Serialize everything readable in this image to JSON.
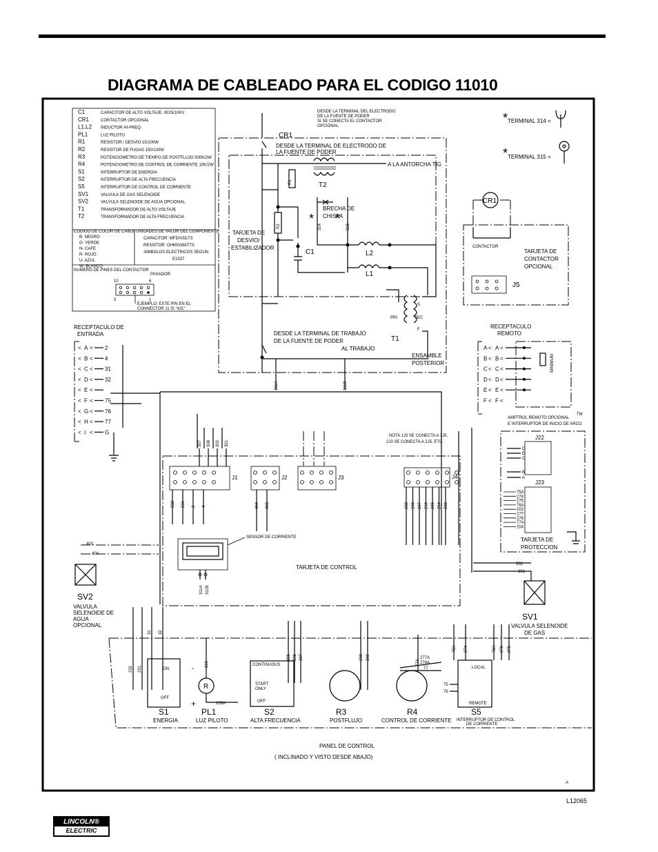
{
  "title": "DIAGRAMA DE CABLEADO PARA EL CODIGO 11010",
  "footer_code": "L12065",
  "logo": {
    "line1": "LINCOLN",
    "reg": "®",
    "line2": "ELECTRIC"
  },
  "legend": {
    "rows": [
      {
        "code": "C1",
        "desc": "CAPACITOR DE ALTO VOLTAJE .0025/10KV"
      },
      {
        "code": "CR1",
        "desc": "CONTACTOR OPCIONAL"
      },
      {
        "code": "L1,L2",
        "desc": "INDUCTOR HI-FREQ."
      },
      {
        "code": "PL1",
        "desc": "LUZ PILOTO"
      },
      {
        "code": "R1",
        "desc": "RESISTOR / DESVIO 15/100W"
      },
      {
        "code": "R2",
        "desc": "RESISTOR DE FUGAS 150/100W"
      },
      {
        "code": "R3",
        "desc": "POTENCIOMETRO DE TIEMPO DE POSTFLUJO 500K/2W"
      },
      {
        "code": "R4",
        "desc": "POTENCIOMETRO DE CONTROL DE CORRIENTE 10K/2W"
      },
      {
        "code": "S1",
        "desc": "INTERRUPTOR DE ENERGIA"
      },
      {
        "code": "S2",
        "desc": "INTERRUPTOR DE ALTA FRECUENCIA"
      },
      {
        "code": "S5",
        "desc": "INTERRUPTOR DE CONTROL DE CORRIENTE"
      },
      {
        "code": "SV1",
        "desc": "VALVULA DE GAS SELENOIDE"
      },
      {
        "code": "SV2",
        "desc": "VALVULA SELENOIDE DE AGUA OPCIONAL"
      },
      {
        "code": "T1",
        "desc": "TRANSFORMADOR DE ALTO VOLTAJE"
      },
      {
        "code": "T2",
        "desc": "TRANSFORMADOR DE ALTA FRECUENCIA"
      }
    ],
    "color_code_title": "CODIGO DE COLOR DE CABLE",
    "colors": [
      "B- NEGRO",
      "G- VERDE",
      "N- CAFE",
      "R- ROJO",
      "U- AZUL",
      "W- BLANCO"
    ],
    "units_title": "UNIDADES DE VALOR DEL COMPONENTE",
    "units": [
      "CAPACITOR: MFD/VOLTS",
      "RESISTOR: OHMS/WATTS",
      "SIMBOLOS ELECTRICOS SEGUN",
      "E1537"
    ],
    "pin_title": "NUMERO DE PINES DEL CONTACTOR",
    "pin_labels": {
      "n10": "10",
      "n6": "6",
      "n5": "5",
      "n1": "1",
      "latch": "PASADOR",
      "example1": "EJEMPLO: ESTE PIN EN EL",
      "example2": "CONNECTOR J1 IS \"4J1\""
    }
  },
  "labels": {
    "from_electrode_top": [
      "DESDE LA TERMINAL DEL ELECTRODO",
      "DE LA FUENTE DE PODER",
      "SI SE CONECTA EL CONTACTOR",
      "OPCIONAL"
    ],
    "terminal_314": "TERMINAL 314 =",
    "terminal_315": "TERMINAL 315 =",
    "star": "*",
    "cr1": "CR1",
    "from_electrode": [
      "DESDE LA TERMINAL DE ELECTRODO DE",
      "LA FUENTE DE PODER"
    ],
    "to_torch": "A LA ANTORCHA TIG",
    "t2": "T2",
    "r1": "R1",
    "r2": "R2",
    "spark_gap": [
      "BRECHA DE",
      "CHISPA"
    ],
    "w314": "314",
    "w315": "315",
    "bypass_board": [
      "TARJETA DE",
      "DESVIO/",
      "ESTABILIZADOR"
    ],
    "c1": "C1",
    "l1": "L1",
    "l2": "L2",
    "contactor": "CONTACTOR",
    "contactor_board": [
      "TARJETA DE",
      "CONTACTOR",
      "OPCIONAL"
    ],
    "j5": "J5",
    "pri": "PRI",
    "sec": "SEC",
    "s_pin": "S",
    "f_pin": "F",
    "t1": "T1",
    "input_receptacle": [
      "RECEPTACULO DE",
      "ENTRADA"
    ],
    "from_work": [
      "DESDE LA TERMINAL DE TRABAJO",
      "DE LA FUENTE DE PODER"
    ],
    "to_work": "AL TRABAJO",
    "rear_assembly": [
      "ENSAMBLE",
      "POSTERIOR"
    ],
    "remote_receptacle": [
      "RECEPTACULO",
      "REMOTO"
    ],
    "amptrol": [
      "AMPTROL REMOTO OPCIONAL",
      "E INTERRUPTOR DE INICIO DE ARCO"
    ],
    "tm": "TM",
    "w311a": "311A",
    "w311b": "311B",
    "note": [
      "NOTA 1J3 SE CONECTA A 1J5,",
      "2J3 SE CONECTA A 2J5, ETC."
    ],
    "j1": "J1",
    "j2": "J2",
    "j3": "J3",
    "j4": "J4",
    "j22": "J22",
    "j23": "J23",
    "protection_board": [
      "TARJETA DE",
      "PROTECCION"
    ],
    "current_sensor": "SENSOR DE CORRIENTE",
    "control_board": "TARJETA DE CONTROL",
    "sv2": "SV2",
    "sv2_desc": [
      "VALVULA",
      "SELENOIDE DE",
      "AGUA",
      "OPCIONAL"
    ],
    "sv1": "SV1",
    "sv1_desc": [
      "VALVULA SELENOIDE",
      "DE GAS"
    ],
    "w403": "403",
    "w404": "404",
    "s1": "S1",
    "s1_desc": "ENERGIA",
    "pl1": "PL1",
    "pl1_desc": "LUZ PILOTO",
    "s2": "S2",
    "s2_desc": "ALTA FRECUENCIA",
    "r3": "R3",
    "r3_desc": "POSTFLUJO",
    "r4": "R4",
    "r4_desc": "CONTROL DE CORRIENTE",
    "s5": "S5",
    "s5_desc": [
      "INTERRUPTOR DE CONTROL",
      "DE CORRIENTE"
    ],
    "on": "ON",
    "off": "OFF",
    "continuous": "CONTINUOUS",
    "start_only": [
      "START",
      "ONLY"
    ],
    "local": "LOCAL",
    "remote": "REMOTE",
    "pl1_r": "R",
    "minus": "-",
    "plus": "+",
    "panel": [
      "PANEL DE CONTROL",
      "( INCLINADO Y VISTO DESDE ABAJO)"
    ],
    "rev": "A",
    "w206a": "206A",
    "w75": "75",
    "w76": "76",
    "w77": "77",
    "w274a": "274A",
    "w277a": "277A",
    "remote_min": "MINIMUM"
  },
  "wires": {
    "input_pins": [
      "A",
      "B",
      "C",
      "D",
      "E",
      "F",
      "G",
      "H",
      "I"
    ],
    "input_wires": [
      "2",
      "4",
      "31",
      "32",
      "",
      "75",
      "76",
      "77",
      "G"
    ],
    "remote_pins": [
      "A",
      "B",
      "C",
      "D",
      "E",
      "F"
    ],
    "j1_top": [
      "307",
      "308",
      "302",
      "301"
    ],
    "j1_bottom": [
      "232",
      "231",
      "2",
      "4"
    ],
    "j2_bottom": [
      "404",
      "403"
    ],
    "j4_bottom": [
      "208",
      "206",
      "207",
      "210",
      "205",
      "204",
      "202"
    ],
    "j22_pins": [
      "D",
      "E",
      "C",
      "B",
      "A"
    ],
    "j23_pins": [
      "75A",
      "274",
      "275",
      "76A",
      "202",
      "277",
      "276",
      "77A",
      "204"
    ],
    "sv1_wires": [
      "302",
      "301"
    ],
    "s1_wires": [
      "232",
      "231",
      "31",
      "32"
    ],
    "pl1_wire": "210",
    "s2_wires": [
      "205",
      "206",
      "207"
    ],
    "r3_wires": [
      "208",
      "209"
    ],
    "r4_wire": "77A",
    "s5_wires": [
      "75A",
      "274",
      "76A",
      "276",
      "275"
    ]
  }
}
